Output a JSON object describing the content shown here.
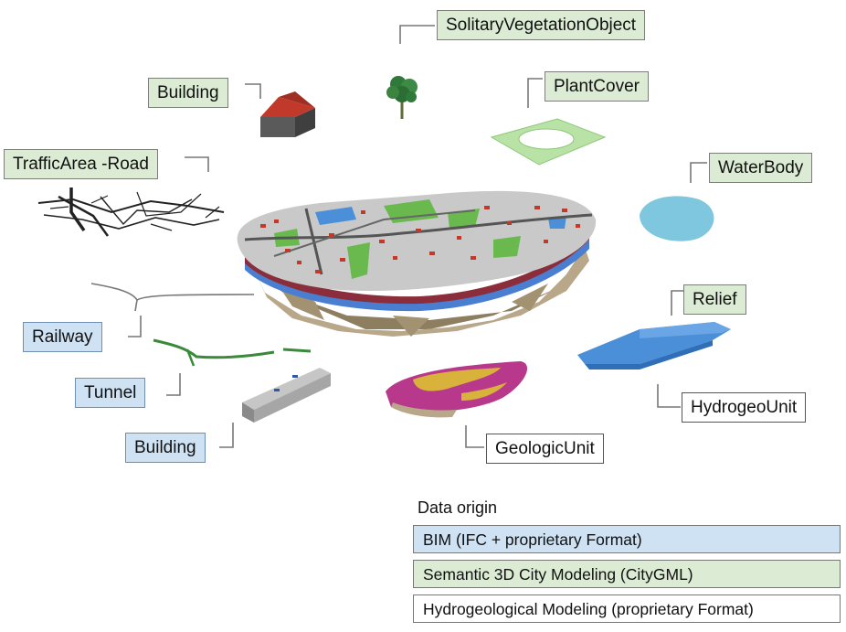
{
  "labels": {
    "solitary_vegetation": "SolitaryVegetationObject",
    "building_citygml": "Building",
    "plant_cover": "PlantCover",
    "traffic_area_road": "TrafficArea -Road",
    "water_body": "WaterBody",
    "relief": "Relief",
    "railway": "Railway",
    "tunnel": "Tunnel",
    "building_bim": "Building",
    "hydrogeo_unit": "HydrogeoUnit",
    "geologic_unit": "GeologicUnit"
  },
  "legend": {
    "title": "Data origin",
    "items": [
      {
        "label": "BIM (IFC + proprietary Format)",
        "color": "#cfe2f3"
      },
      {
        "label": "Semantic 3D City Modeling (CityGML)",
        "color": "#dcecd4"
      },
      {
        "label": "Hydrogeological Modeling (proprietary Format)",
        "color": "#ffffff"
      }
    ]
  },
  "colors": {
    "bim": "#cfe2f3",
    "citygml": "#dcecd4",
    "hydrogeo": "#ffffff",
    "terrain": "#b8a788",
    "water": "#7fc7df",
    "vegetation": "#2f7a3a",
    "roof": "#c0392b",
    "relief": "#4a8fd8",
    "geology_yellow": "#d9b23c",
    "geology_magenta": "#b8398c"
  }
}
